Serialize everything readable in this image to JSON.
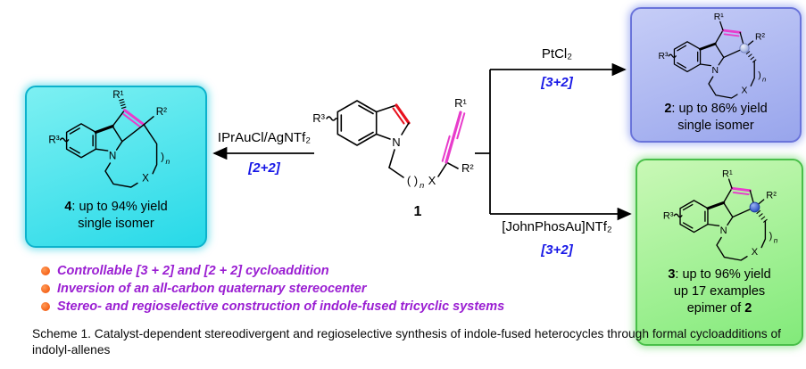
{
  "colors": {
    "pink_bond": "#e83ccb",
    "red_bond": "#e8111e",
    "mode_blue": "#1717e6",
    "bullet_text_purple": "#9a1ed2",
    "bullet_dot_orange": "#f04a00",
    "box2_fill": "#a8b2ee",
    "box3_fill": "#90ee88",
    "box4_fill": "#35e0ea",
    "stereocenter_ball_product2": "#a8b6e6",
    "stereocenter_ball_product3": "#3c63d8"
  },
  "labels": {
    "r1": "R¹",
    "r2": "R²",
    "r3": "R³",
    "n_atom": "N",
    "x_atom": "X",
    "paren_pair": "( )",
    "paren_close": ")",
    "n_sub": "n"
  },
  "compound1": {
    "number": "1"
  },
  "arrows": {
    "to2": {
      "catalyst": "PtCl₂",
      "mode": "[3+2]"
    },
    "to3": {
      "catalyst": "[JohnPhosAu]NTf₂",
      "mode": "[3+2]"
    },
    "to4": {
      "catalyst": "IPrAuCl/AgNTf₂",
      "mode": "[2+2]"
    }
  },
  "product2": {
    "number": "2",
    "yield_text": ": up to 86% yield",
    "note": "single isomer"
  },
  "product3": {
    "number": "3",
    "yield_text": ": up to 96% yield",
    "note1": "up 17 examples",
    "note2_prefix": "epimer of ",
    "note2_bold": "2"
  },
  "product4": {
    "number": "4",
    "yield_text": ": up to 94% yield",
    "note": "single isomer"
  },
  "bullets": [
    {
      "text": "Controllable [3 + 2] and [2 + 2] cycloaddition"
    },
    {
      "text": "Inversion of an all-carbon quaternary stereocenter"
    },
    {
      "text": "Stereo- and regioselective construction of indole-fused tricyclic systems"
    }
  ],
  "caption": "Scheme 1. Catalyst-dependent stereodivergent and regioselective synthesis of indole-fused heterocycles through formal cycloadditions of indolyl-allenes"
}
